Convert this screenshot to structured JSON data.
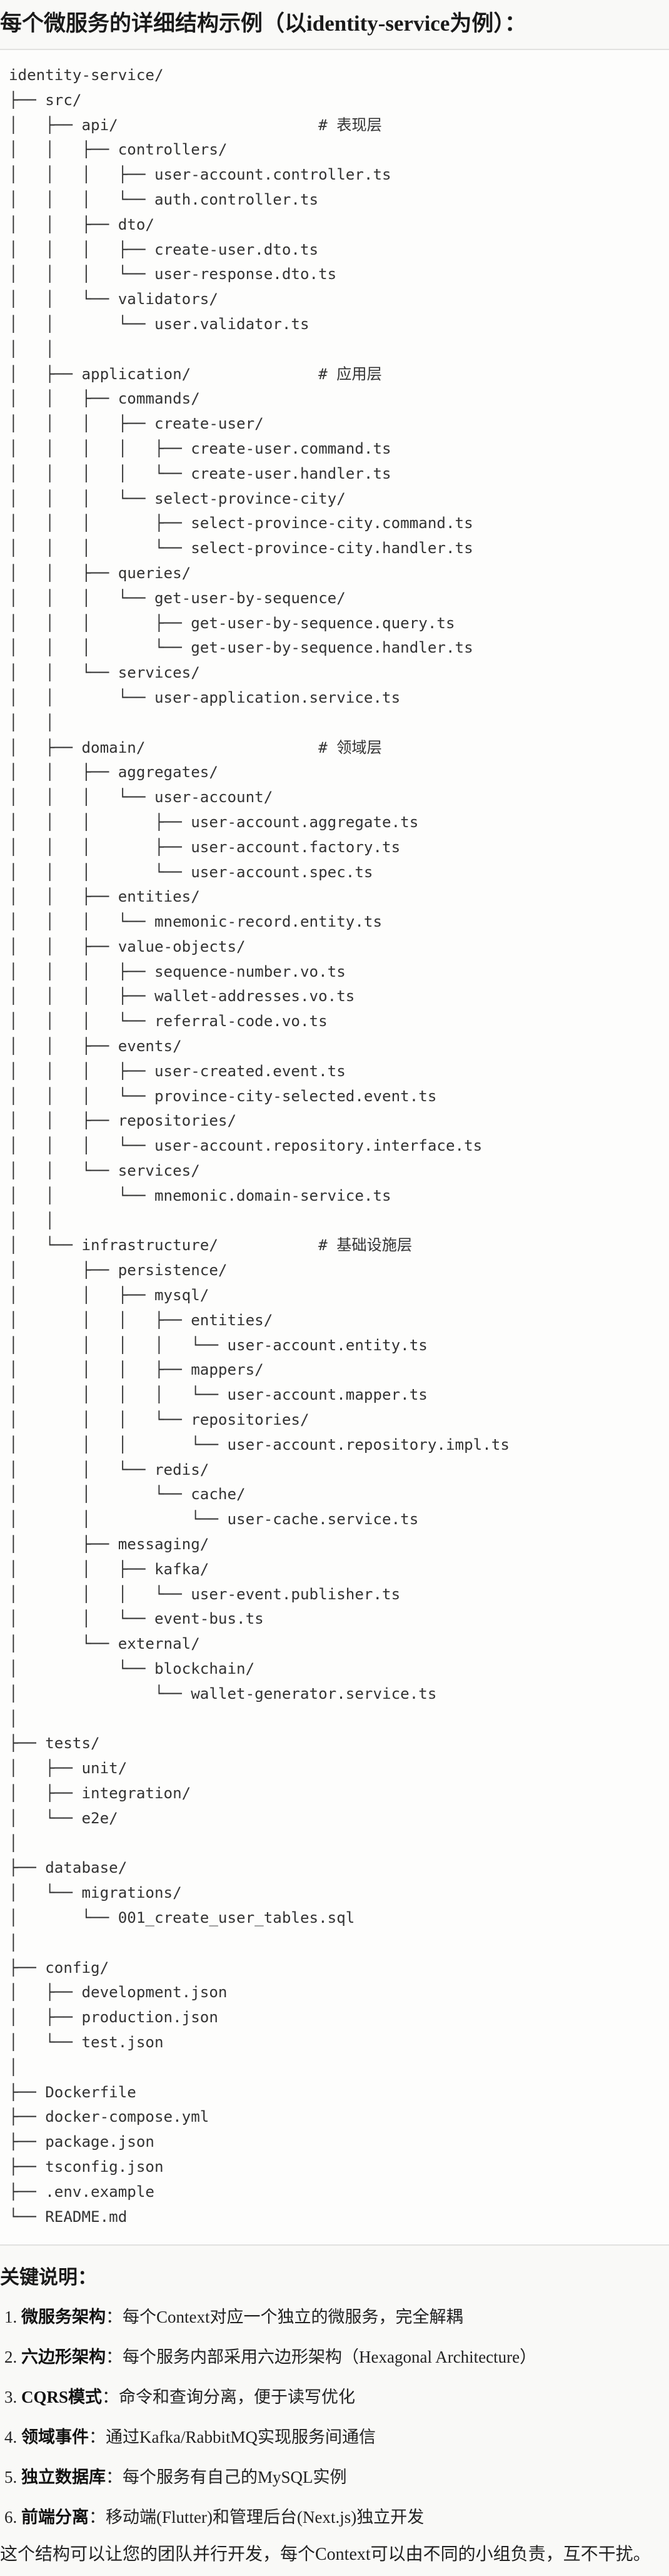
{
  "title": "每个微服务的详细结构示例（以identity-service为例）：",
  "tree_lines": [
    "identity-service/",
    "├── src/",
    "│   ├── api/                      # 表现层",
    "│   │   ├── controllers/",
    "│   │   │   ├── user-account.controller.ts",
    "│   │   │   └── auth.controller.ts",
    "│   │   ├── dto/",
    "│   │   │   ├── create-user.dto.ts",
    "│   │   │   └── user-response.dto.ts",
    "│   │   └── validators/",
    "│   │       └── user.validator.ts",
    "│   │",
    "│   ├── application/              # 应用层",
    "│   │   ├── commands/",
    "│   │   │   ├── create-user/",
    "│   │   │   │   ├── create-user.command.ts",
    "│   │   │   │   └── create-user.handler.ts",
    "│   │   │   └── select-province-city/",
    "│   │   │       ├── select-province-city.command.ts",
    "│   │   │       └── select-province-city.handler.ts",
    "│   │   ├── queries/",
    "│   │   │   └── get-user-by-sequence/",
    "│   │   │       ├── get-user-by-sequence.query.ts",
    "│   │   │       └── get-user-by-sequence.handler.ts",
    "│   │   └── services/",
    "│   │       └── user-application.service.ts",
    "│   │",
    "│   ├── domain/                   # 领域层",
    "│   │   ├── aggregates/",
    "│   │   │   └── user-account/",
    "│   │   │       ├── user-account.aggregate.ts",
    "│   │   │       ├── user-account.factory.ts",
    "│   │   │       └── user-account.spec.ts",
    "│   │   ├── entities/",
    "│   │   │   └── mnemonic-record.entity.ts",
    "│   │   ├── value-objects/",
    "│   │   │   ├── sequence-number.vo.ts",
    "│   │   │   ├── wallet-addresses.vo.ts",
    "│   │   │   └── referral-code.vo.ts",
    "│   │   ├── events/",
    "│   │   │   ├── user-created.event.ts",
    "│   │   │   └── province-city-selected.event.ts",
    "│   │   ├── repositories/",
    "│   │   │   └── user-account.repository.interface.ts",
    "│   │   └── services/",
    "│   │       └── mnemonic.domain-service.ts",
    "│   │",
    "│   └── infrastructure/           # 基础设施层",
    "│       ├── persistence/",
    "│       │   ├── mysql/",
    "│       │   │   ├── entities/",
    "│       │   │   │   └── user-account.entity.ts",
    "│       │   │   ├── mappers/",
    "│       │   │   │   └── user-account.mapper.ts",
    "│       │   │   └── repositories/",
    "│       │   │       └── user-account.repository.impl.ts",
    "│       │   └── redis/",
    "│       │       └── cache/",
    "│       │           └── user-cache.service.ts",
    "│       ├── messaging/",
    "│       │   ├── kafka/",
    "│       │   │   └── user-event.publisher.ts",
    "│       │   └── event-bus.ts",
    "│       └── external/",
    "│           └── blockchain/",
    "│               └── wallet-generator.service.ts",
    "│",
    "├── tests/",
    "│   ├── unit/",
    "│   ├── integration/",
    "│   └── e2e/",
    "│",
    "├── database/",
    "│   └── migrations/",
    "│       └── 001_create_user_tables.sql",
    "│",
    "├── config/",
    "│   ├── development.json",
    "│   ├── production.json",
    "│   └── test.json",
    "│",
    "├── Dockerfile",
    "├── docker-compose.yml",
    "├── package.json",
    "├── tsconfig.json",
    "├── .env.example",
    "└── README.md"
  ],
  "notes_title": "关键说明：",
  "notes": [
    {
      "num": "1. ",
      "term": "微服务架构",
      "sep": "：",
      "desc": "每个Context对应一个独立的微服务，完全解耦"
    },
    {
      "num": "2. ",
      "term": "六边形架构",
      "sep": "：",
      "desc": "每个服务内部采用六边形架构（Hexagonal Architecture）"
    },
    {
      "num": "3. ",
      "term": "CQRS模式",
      "sep": "：",
      "desc": "命令和查询分离，便于读写优化"
    },
    {
      "num": "4. ",
      "term": "领域事件",
      "sep": "：",
      "desc": "通过Kafka/RabbitMQ实现服务间通信"
    },
    {
      "num": "5. ",
      "term": "独立数据库",
      "sep": "：",
      "desc": "每个服务有自己的MySQL实例"
    },
    {
      "num": "6. ",
      "term": "前端分离",
      "sep": "：",
      "desc": "移动端(Flutter)和管理后台(Next.js)独立开发"
    }
  ],
  "footer": "这个结构可以让您的团队并行开发，每个Context可以由不同的小组负责，互不干扰。"
}
